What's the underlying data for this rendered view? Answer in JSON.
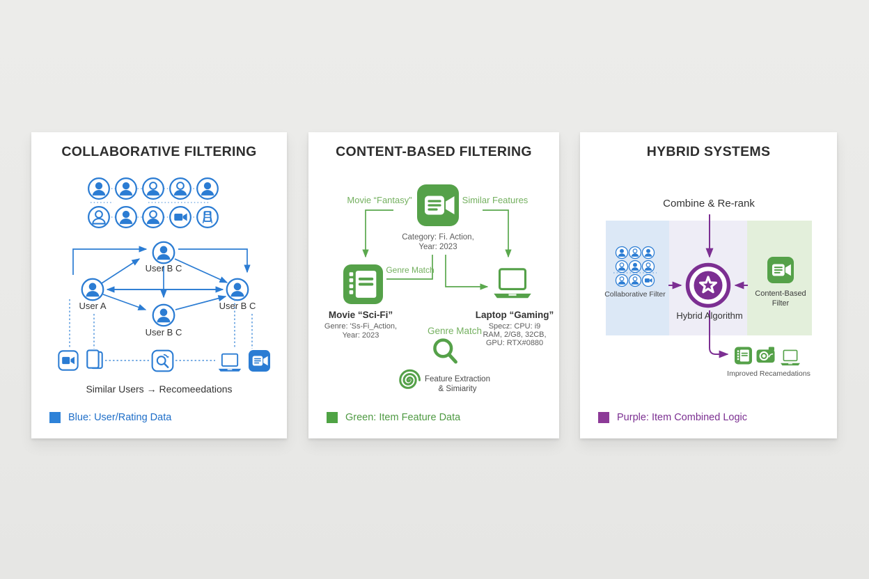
{
  "canvas": {
    "background": "#e9e9e7"
  },
  "colors": {
    "blue": "#2b7cd3",
    "blue_legend_text": "#1e6ec8",
    "green": "#55a149",
    "green_label_text": "#74b05f",
    "green_legend_text": "#4f9a43",
    "purple": "#7c2f92",
    "band_blue": "#dce8f6",
    "band_lavender": "#eeedf6",
    "band_green": "#e3efdb"
  },
  "cards": {
    "collaborative": {
      "title": "COLLABORATIVE FILTERING",
      "icons": {
        "row1": [
          "user-filled-icon",
          "user-filled-icon",
          "user-outline-icon",
          "user-outline-icon",
          "user-filled-icon"
        ],
        "row2": [
          "user-outline-icon",
          "user-filled-icon",
          "user-outline-icon",
          "video-camera-icon",
          "film-frame-icon"
        ],
        "bottom": [
          "video-camera-icon",
          "tablet-icon",
          "search-box-icon",
          "laptop-icon",
          "video-chat-icon"
        ]
      },
      "network": {
        "top": "User B C",
        "left": "User A",
        "right": "User B C",
        "bottom": "User B C"
      },
      "caption": "Similar Users → Recomeedations",
      "legend": {
        "swatch": "#2e82d8",
        "label": "Blue: User/Rating Data"
      }
    },
    "content_based": {
      "title": "CONTENT-BASED FILTERING",
      "left_label": "Movie “Fantasy”",
      "right_label": "Similar Features",
      "center_item": {
        "line1": "Category: Fi. Action,",
        "line2": "Year: 2023"
      },
      "genre_match_upper": "Genre Match",
      "genre_match_lower": "Genre Match",
      "movie": {
        "title": "Movie “Sci-Fi”",
        "line1": "Genre: 'Ss-Fi_Action,",
        "line2": "Year: 2023"
      },
      "laptop": {
        "title": "Laptop “Gaming”",
        "line1": "Specz: CPU: i9",
        "line2": "RAM, 2/G8, 32CB,",
        "line3": "GPU: RTX#0880"
      },
      "feature": {
        "line1": "Feature Extraction",
        "line2": "& Simiarity"
      },
      "icons": [
        "video-chat-icon",
        "movie-notebook-icon",
        "laptop-icon",
        "magnifier-icon",
        "spiral-icon"
      ],
      "legend": {
        "swatch": "#4fa344",
        "label": "Green: Item Feature Data"
      }
    },
    "hybrid": {
      "title": "HYBRID SYSTEMS",
      "subtitle": "Combine & Re-rank",
      "left_column": "Collaborative Filter",
      "center_column": "Hybrid Algorithm",
      "right_column_line1": "Content-Based",
      "right_column_line2": "Filter",
      "output_caption": "Improved Recamedations",
      "icons": [
        "user-grid-icon",
        "hybrid-star-badge-icon",
        "video-chat-icon",
        "movie-notebook-icon",
        "camera-icon",
        "laptop-icon"
      ],
      "legend": {
        "swatch": "#8c3a97",
        "label": "Purple: Item Combined Logic"
      }
    }
  }
}
